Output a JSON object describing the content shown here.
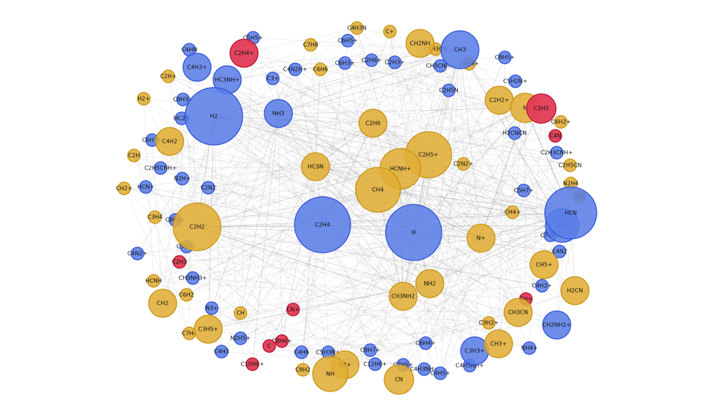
{
  "colors": {
    "blue": "#5b7ee6",
    "blue_stroke": "#2f52d8",
    "gold": "#e0ae35",
    "gold_stroke": "#c89312",
    "red": "#e23a55",
    "red_stroke": "#b8102e",
    "edge": "#8c8c8c"
  },
  "nodes": [
    {
      "label": "C5H5+",
      "type": "blue",
      "size": 1
    },
    {
      "label": "C4H3N",
      "type": "gold",
      "size": 1
    },
    {
      "label": "C+",
      "type": "gold",
      "size": 1
    },
    {
      "label": "CH2NH",
      "type": "gold",
      "size": 2
    },
    {
      "label": "CH3",
      "type": "blue",
      "size": 3
    },
    {
      "label": "C2H4+",
      "type": "red",
      "size": 2
    },
    {
      "label": "C7H8",
      "type": "gold",
      "size": 1
    },
    {
      "label": "C6H5+",
      "type": "blue",
      "size": 1
    },
    {
      "label": "C2H3CN",
      "type": "gold",
      "size": 1
    },
    {
      "label": "C4HN",
      "type": "blue",
      "size": 1
    },
    {
      "label": "C4H3+",
      "type": "blue",
      "size": 2
    },
    {
      "label": "C6H3+",
      "type": "blue",
      "size": 1
    },
    {
      "label": "C2H6+",
      "type": "blue",
      "size": 1
    },
    {
      "label": "C2H3+",
      "type": "blue",
      "size": 1
    },
    {
      "label": "C8H5+",
      "type": "blue",
      "size": 1
    },
    {
      "label": "C4N2H+",
      "type": "blue",
      "size": 1
    },
    {
      "label": "C6H6",
      "type": "gold",
      "size": 1
    },
    {
      "label": "CH3CNH+",
      "type": "blue",
      "size": 1
    },
    {
      "label": "C3H4+",
      "type": "gold",
      "size": 1
    },
    {
      "label": "C2H+",
      "type": "gold",
      "size": 1
    },
    {
      "label": "HC3NH+",
      "type": "blue",
      "size": 2
    },
    {
      "label": "C3+",
      "type": "blue",
      "size": 1
    },
    {
      "label": "C5H2N+",
      "type": "blue",
      "size": 1
    },
    {
      "label": "C2H5N",
      "type": "blue",
      "size": 1
    },
    {
      "label": "H2+",
      "type": "gold",
      "size": 1
    },
    {
      "label": "C8H3+",
      "type": "blue",
      "size": 1
    },
    {
      "label": "C2H2+",
      "type": "gold",
      "size": 2
    },
    {
      "label": "N",
      "type": "gold",
      "size": 2
    },
    {
      "label": "C2H5",
      "type": "red",
      "size": 2
    },
    {
      "label": "H2",
      "type": "blue",
      "size": 4
    },
    {
      "label": "NH3",
      "type": "blue",
      "size": 2
    },
    {
      "label": "HC2N",
      "type": "blue",
      "size": 1
    },
    {
      "label": "C2H6",
      "type": "gold",
      "size": 2
    },
    {
      "label": "C6H2+",
      "type": "gold",
      "size": 1
    },
    {
      "label": "C6H7+",
      "type": "blue",
      "size": 1
    },
    {
      "label": "C4H2",
      "type": "gold",
      "size": 2
    },
    {
      "label": "H2CNCN",
      "type": "blue",
      "size": 1
    },
    {
      "label": "C4N",
      "type": "red",
      "size": 1
    },
    {
      "label": "C2H",
      "type": "gold",
      "size": 1
    },
    {
      "label": "C2H5+",
      "type": "gold",
      "size": 3
    },
    {
      "label": "C2H3CNH+",
      "type": "blue",
      "size": 1
    },
    {
      "label": "C2H5CNH+",
      "type": "blue",
      "size": 1
    },
    {
      "label": "HC3N",
      "type": "gold",
      "size": 2
    },
    {
      "label": "HCNH+",
      "type": "gold",
      "size": 3
    },
    {
      "label": "C2N2+",
      "type": "gold",
      "size": 1
    },
    {
      "label": "C2H5CN",
      "type": "gold",
      "size": 1
    },
    {
      "label": "N2H+",
      "type": "blue",
      "size": 1
    },
    {
      "label": "CH2+",
      "type": "gold",
      "size": 1
    },
    {
      "label": "HCN+",
      "type": "blue",
      "size": 1
    },
    {
      "label": "C2N2",
      "type": "blue",
      "size": 1
    },
    {
      "label": "CH4",
      "type": "gold",
      "size": 3
    },
    {
      "label": "N2H4",
      "type": "gold",
      "size": 1
    },
    {
      "label": "C5H7+",
      "type": "blue",
      "size": 1
    },
    {
      "label": "2H",
      "type": "gold",
      "size": 1
    },
    {
      "label": "C3H4",
      "type": "gold",
      "size": 1
    },
    {
      "label": "C8H4+",
      "type": "blue",
      "size": 1
    },
    {
      "label": "C2H2",
      "type": "gold",
      "size": 3
    },
    {
      "label": "C2H4",
      "type": "blue",
      "size": 4
    },
    {
      "label": "H",
      "type": "blue",
      "size": 4
    },
    {
      "label": "CH4+",
      "type": "gold",
      "size": 1
    },
    {
      "label": "HCN",
      "type": "blue",
      "size": 4
    },
    {
      "label": "N2",
      "type": "blue",
      "size": 2
    },
    {
      "label": "C7H9+",
      "type": "blue",
      "size": 1
    },
    {
      "label": "N+",
      "type": "gold",
      "size": 2
    },
    {
      "label": "C4N2+",
      "type": "blue",
      "size": 1
    },
    {
      "label": "C5H9+",
      "type": "blue",
      "size": 1
    },
    {
      "label": "C4N2",
      "type": "blue",
      "size": 1
    },
    {
      "label": "C2H3",
      "type": "red",
      "size": 1
    },
    {
      "label": "CH5+",
      "type": "gold",
      "size": 2
    },
    {
      "label": "CH3NH3+",
      "type": "blue",
      "size": 1
    },
    {
      "label": "HCNH",
      "type": "gold",
      "size": 1
    },
    {
      "label": "NH2",
      "type": "gold",
      "size": 2
    },
    {
      "label": "C4H2+",
      "type": "blue",
      "size": 1
    },
    {
      "label": "C6H2",
      "type": "gold",
      "size": 1
    },
    {
      "label": "CH3NH2",
      "type": "gold",
      "size": 2
    },
    {
      "label": "H2CN",
      "type": "gold",
      "size": 2
    },
    {
      "label": "CH+",
      "type": "red",
      "size": 1
    },
    {
      "label": "CH2",
      "type": "gold",
      "size": 2
    },
    {
      "label": "N3+",
      "type": "blue",
      "size": 1
    },
    {
      "label": "CN+",
      "type": "red",
      "size": 1
    },
    {
      "label": "CH",
      "type": "gold",
      "size": 1
    },
    {
      "label": "CH3CN",
      "type": "gold",
      "size": 2
    },
    {
      "label": "C3H2+",
      "type": "gold",
      "size": 1
    },
    {
      "label": "CH2NH2+",
      "type": "blue",
      "size": 2
    },
    {
      "label": "C3H5+",
      "type": "gold",
      "size": 2
    },
    {
      "label": "C7H4",
      "type": "gold",
      "size": 1
    },
    {
      "label": "N2H5+",
      "type": "blue",
      "size": 1
    },
    {
      "label": "C8H6+",
      "type": "red",
      "size": 1
    },
    {
      "label": "C",
      "type": "red",
      "size": 1
    },
    {
      "label": "C4H3",
      "type": "blue",
      "size": 1
    },
    {
      "label": "C4H6",
      "type": "blue",
      "size": 1
    },
    {
      "label": "C5H3N+",
      "type": "blue",
      "size": 1
    },
    {
      "label": "C8H7+",
      "type": "blue",
      "size": 1
    },
    {
      "label": "C6H4+",
      "type": "blue",
      "size": 1
    },
    {
      "label": "C3H3+",
      "type": "blue",
      "size": 2
    },
    {
      "label": "CH3+",
      "type": "gold",
      "size": 2
    },
    {
      "label": "NH4+",
      "type": "blue",
      "size": 1
    },
    {
      "label": "C10H6+",
      "type": "red",
      "size": 1
    },
    {
      "label": "C8H2",
      "type": "gold",
      "size": 1
    },
    {
      "label": "N2+",
      "type": "gold",
      "size": 2
    },
    {
      "label": "NH",
      "type": "gold",
      "size": 3
    },
    {
      "label": "C12H6+",
      "type": "blue",
      "size": 1
    },
    {
      "label": "C7H5+",
      "type": "blue",
      "size": 1
    },
    {
      "label": "C4H3NH+",
      "type": "blue",
      "size": 1
    },
    {
      "label": "C4H5+",
      "type": "blue",
      "size": 1
    },
    {
      "label": "C4H5NH+",
      "type": "blue",
      "size": 1
    },
    {
      "label": "CN",
      "type": "gold",
      "size": 2
    }
  ]
}
